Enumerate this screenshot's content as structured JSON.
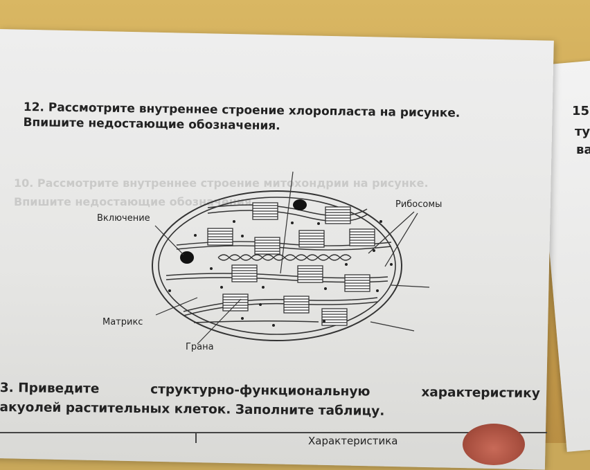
{
  "question12": {
    "line1": "12. Рассмотрите внутреннее строение хлоропласта на рисунке.",
    "line2": "Впишите недостающие обозначения."
  },
  "labels": {
    "inclusion": "Включение",
    "ribosomes": "Рибосомы",
    "matrix": "Матрикс",
    "grana": "Грана"
  },
  "question13": {
    "line1_words": [
      "3. Приведите",
      "структурно-функциональную",
      "характеристику"
    ],
    "line2": "акуолей растительных клеток. Заполните таблицу."
  },
  "right_page": {
    "number": "15",
    "frag1": "ту",
    "frag2": "ва"
  },
  "table": {
    "header_fragment": "Характеристика"
  }
}
